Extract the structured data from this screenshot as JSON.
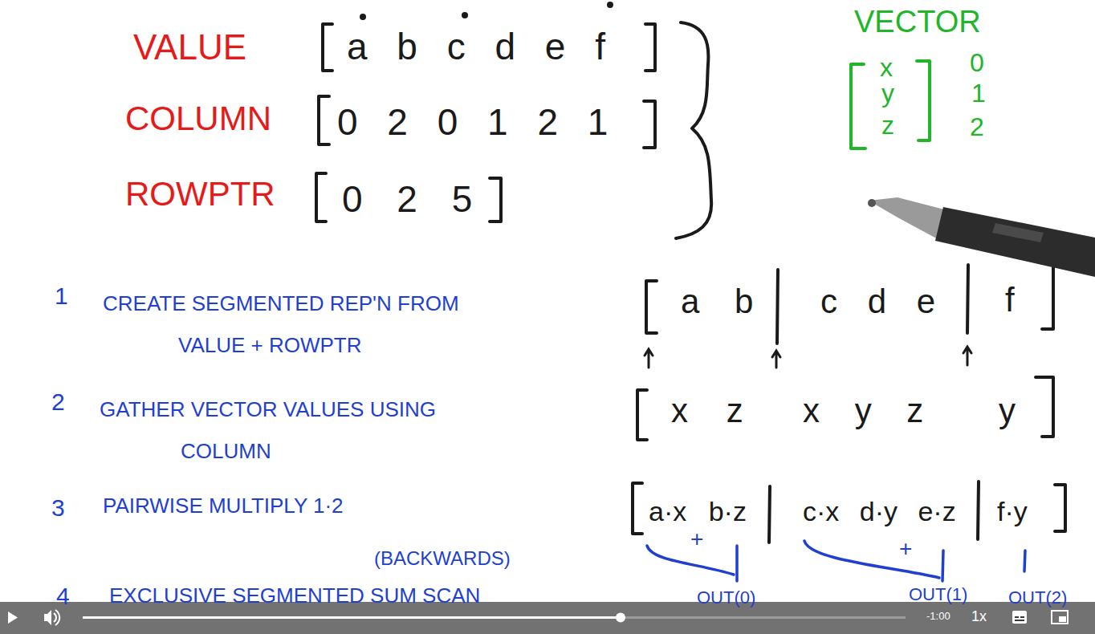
{
  "diagram": {
    "labels": [
      "VALUE",
      "a b c d e f",
      "COLUMN",
      "0 2 0 1 2 1",
      "ROWPTR",
      "0 2 5",
      "VECTOR",
      "x",
      "y",
      "z",
      "0",
      "1",
      "2",
      "1",
      "CREATE SEGMENTED REP'N FROM VALUE + ROWPTR",
      "2",
      "GATHER VECTOR VALUES USING COLUMN",
      "3",
      "PAIRWISE MULTIPLY 1·2",
      "(BACKWARDS)",
      "4",
      "EXCLUSIVE SEGMENTED SUM SCAN",
      "a b",
      "c d e",
      "f",
      "x z",
      "x y z",
      "y",
      "a·x b·z",
      "c·x d·y e·z",
      "f·y",
      "+",
      "+",
      "OUT(0)",
      "OUT(1)",
      "OUT(2)",
      "-1:00",
      "1x"
    ]
  }
}
